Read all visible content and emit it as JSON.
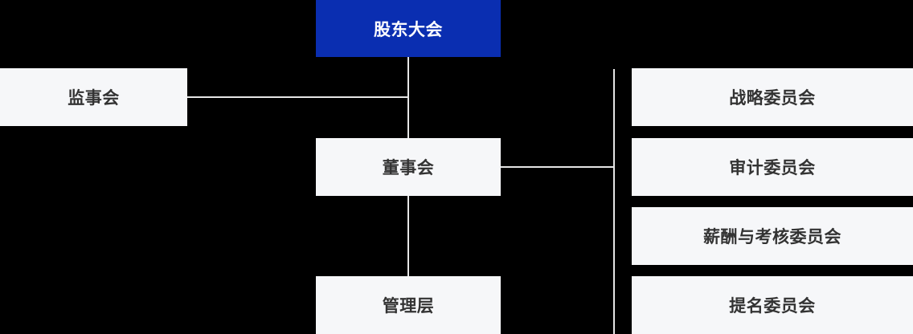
{
  "diagram": {
    "type": "org-chart",
    "nodes": {
      "shareholders": {
        "label": "股东大会"
      },
      "supervisory": {
        "label": "监事会"
      },
      "board": {
        "label": "董事会"
      },
      "management": {
        "label": "管理层"
      },
      "strategy": {
        "label": "战略委员会"
      },
      "audit": {
        "label": "审计委员会"
      },
      "remuneration": {
        "label": "薪酬与考核委员会"
      },
      "nomination": {
        "label": "提名委员会"
      }
    },
    "edges": [
      {
        "from": "股东大会",
        "to": "董事会"
      },
      {
        "from": "监事会",
        "to": "股东大会-董事会连线"
      },
      {
        "from": "董事会",
        "to": "管理层"
      },
      {
        "from": "董事会",
        "to": "战略委员会"
      },
      {
        "from": "董事会",
        "to": "审计委员会"
      },
      {
        "from": "董事会",
        "to": "薪酬与考核委员会"
      },
      {
        "from": "董事会",
        "to": "提名委员会"
      }
    ],
    "colors": {
      "root_bg": "#0A2EB1",
      "root_text": "#FFFFFF",
      "node_bg": "#F6F7F9",
      "node_text": "#333333",
      "connector": "#E6E6E6",
      "background": "#000000"
    }
  }
}
